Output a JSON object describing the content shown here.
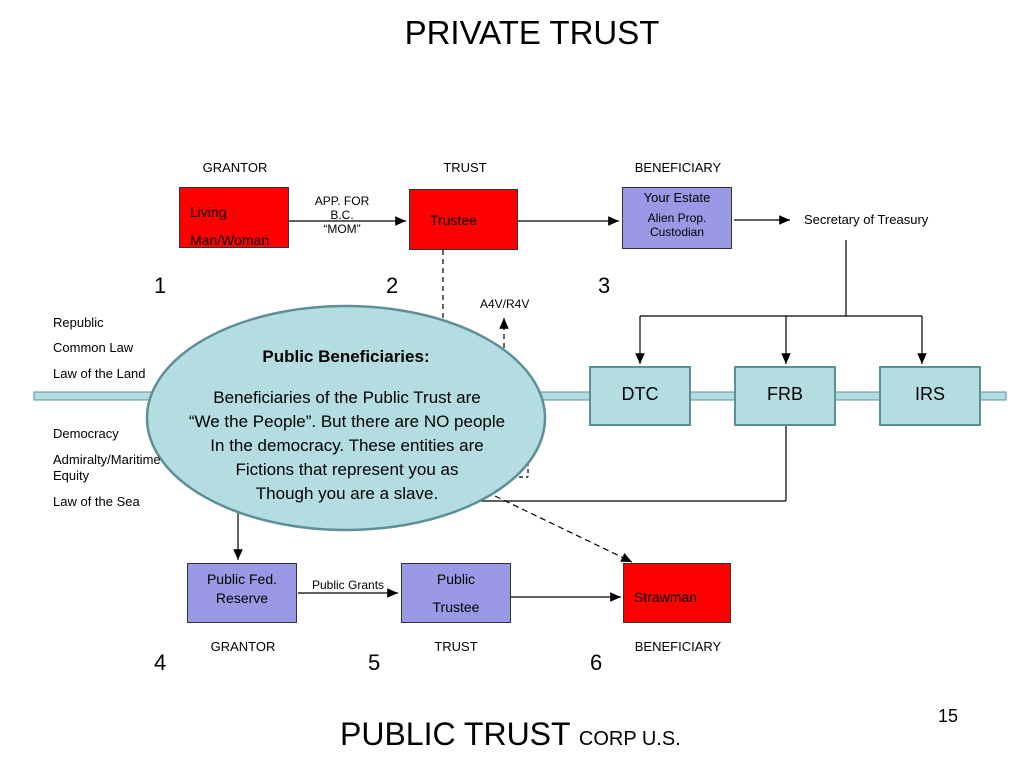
{
  "title": "PRIVATE TRUST",
  "top_row": {
    "grantor_label": "GRANTOR",
    "trust_label": "TRUST",
    "beneficiary_label": "BENEFICIARY",
    "grantor_box": {
      "line1": "Living",
      "line2": "Man/Woman"
    },
    "app_note": {
      "line1": "APP. FOR",
      "line2": "B.C.",
      "line3": "“MOM”"
    },
    "trust_box": "Trustee",
    "beneficiary_box": {
      "line1": "Your Estate",
      "line2": "Alien Prop.",
      "line3": "Custodian"
    },
    "secretary": "Secretary of Treasury",
    "numbers": [
      "1",
      "2",
      "3"
    ]
  },
  "a4v": "A4V/R4V",
  "side_upper": [
    "Republic",
    "Common Law",
    "Law of the Land"
  ],
  "side_lower": [
    "Democracy",
    "Admiralty/Maritime",
    "Equity",
    "Law of the Sea"
  ],
  "agencies": [
    "DTC",
    "FRB",
    "IRS"
  ],
  "ellipse": {
    "heading": "Public Beneficiaries:",
    "lines": [
      "Beneficiaries of the Public Trust are",
      "“We the People”.  But there are NO people",
      "In the democracy.  These entities are",
      "Fictions that represent you as",
      "Though you are a slave."
    ]
  },
  "bottom_row": {
    "grantor_box": {
      "line1": "Public Fed.",
      "line2": "Reserve"
    },
    "grants_note": "Public Grants",
    "trust_box": {
      "line1": "Public",
      "line2": "Trustee"
    },
    "beneficiary_box": "Strawman",
    "grantor_label": "GRANTOR",
    "trust_label": "TRUST",
    "beneficiary_label": "BENEFICIARY",
    "numbers": [
      "4",
      "5",
      "6"
    ]
  },
  "footer": {
    "main": "PUBLIC TRUST",
    "sub": "CORP U.S."
  },
  "page_number": "15",
  "colors": {
    "red": "#ff0000",
    "lavender": "#9999e6",
    "teal": "#b3dde0",
    "teal_border": "#5e8f97"
  }
}
